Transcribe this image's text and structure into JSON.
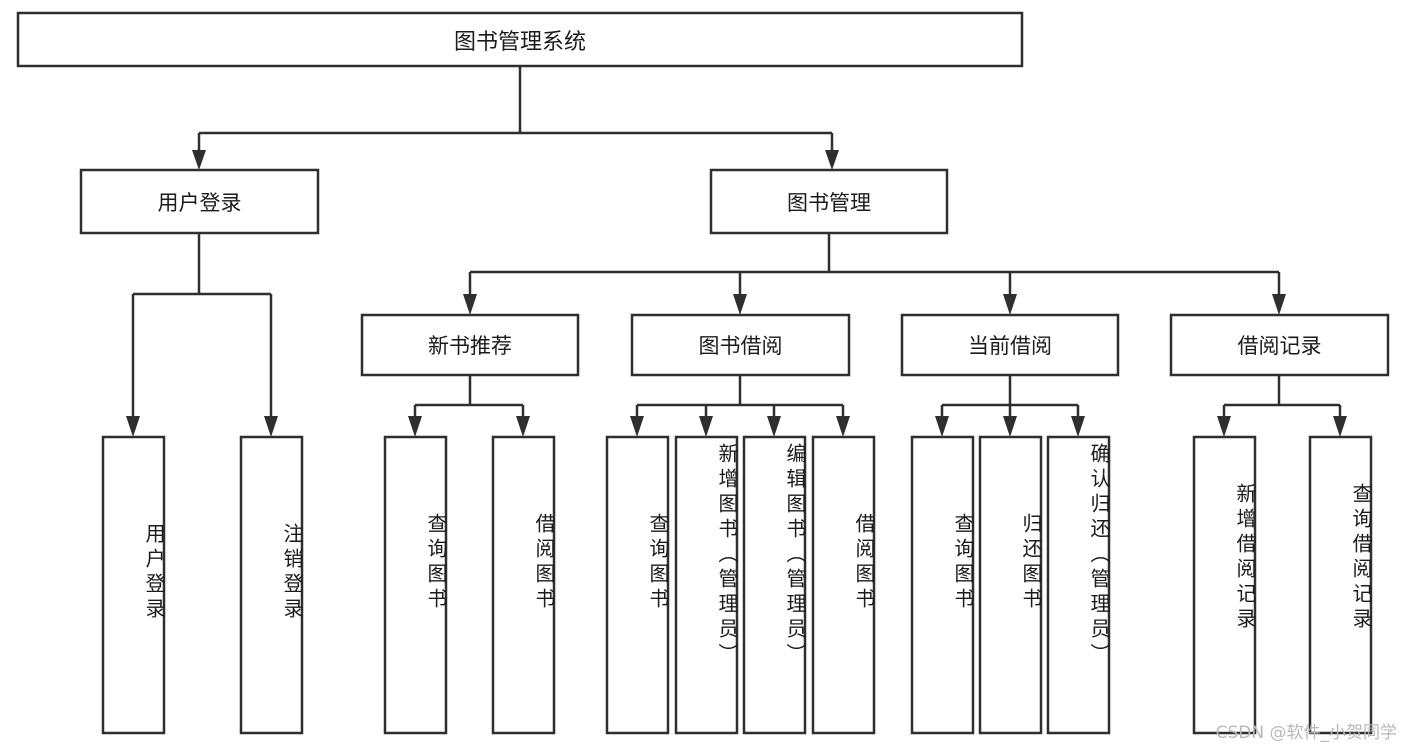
{
  "diagram": {
    "title": "图书管理系统",
    "type": "tree-hierarchy",
    "root": {
      "label": "图书管理系统",
      "orientation": "horizontal"
    },
    "level2": [
      {
        "label": "用户登录",
        "orientation": "horizontal"
      },
      {
        "label": "图书管理",
        "orientation": "horizontal"
      }
    ],
    "level3": [
      {
        "label": "新书推荐",
        "orientation": "horizontal",
        "parent": "图书管理"
      },
      {
        "label": "图书借阅",
        "orientation": "horizontal",
        "parent": "图书管理"
      },
      {
        "label": "当前借阅",
        "orientation": "horizontal",
        "parent": "图书管理"
      },
      {
        "label": "借阅记录",
        "orientation": "horizontal",
        "parent": "图书管理"
      }
    ],
    "leaves": {
      "用户登录": [
        {
          "label": "用户登录",
          "orientation": "vertical"
        },
        {
          "label": "注销登录",
          "orientation": "vertical"
        }
      ],
      "新书推荐": [
        {
          "label": "查询图书",
          "orientation": "vertical"
        },
        {
          "label": "借阅图书",
          "orientation": "vertical"
        }
      ],
      "图书借阅": [
        {
          "label": "查询图书",
          "orientation": "vertical"
        },
        {
          "label": "新增图书（管理员）",
          "orientation": "vertical"
        },
        {
          "label": "编辑图书（管理员）",
          "orientation": "vertical"
        },
        {
          "label": "借阅图书",
          "orientation": "vertical"
        }
      ],
      "当前借阅": [
        {
          "label": "查询图书",
          "orientation": "vertical"
        },
        {
          "label": "归还图书",
          "orientation": "vertical"
        },
        {
          "label": "确认归还（管理员）",
          "orientation": "vertical"
        }
      ],
      "借阅记录": [
        {
          "label": "新增借阅记录",
          "orientation": "vertical"
        },
        {
          "label": "查询借阅记录",
          "orientation": "vertical"
        }
      ]
    }
  },
  "watermark": {
    "text": "CSDN @软件_小贺同学"
  },
  "colors": {
    "stroke": "#2f2f2f",
    "box_fill": "#ffffff",
    "text": "#1b1b1b",
    "watermark": "#b8b8b8",
    "background": "#ffffff"
  },
  "labels": {
    "root": "图书管理系统",
    "l2_0": "用户登录",
    "l2_1": "图书管理",
    "l3_0": "新书推荐",
    "l3_1": "图书借阅",
    "l3_2": "当前借阅",
    "l3_3": "借阅记录",
    "leaf_a0": "用户登录",
    "leaf_a1": "注销登录",
    "leaf_b0": "查询图书",
    "leaf_b1": "借阅图书",
    "leaf_c0": "查询图书",
    "leaf_c1": "新增图书（管理员）",
    "leaf_c2": "编辑图书（管理员）",
    "leaf_c3": "借阅图书",
    "leaf_d0": "查询图书",
    "leaf_d1": "归还图书",
    "leaf_d2": "确认归还（管理员）",
    "leaf_e0": "新增借阅记录",
    "leaf_e1": "查询借阅记录"
  }
}
